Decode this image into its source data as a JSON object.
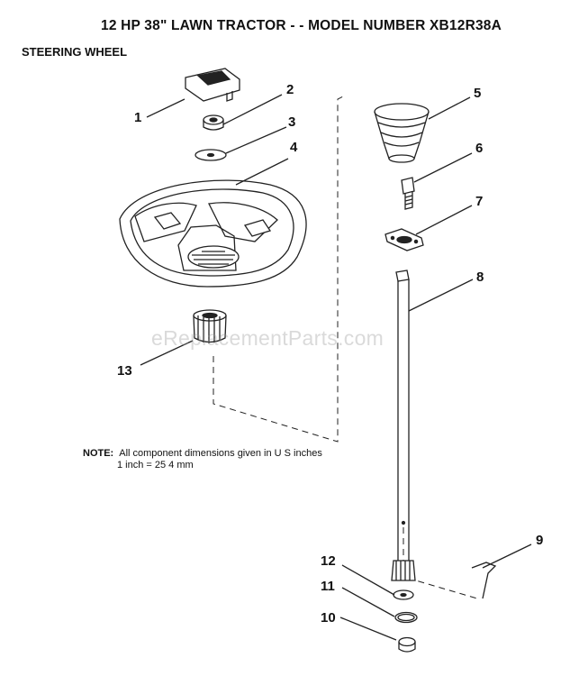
{
  "header": {
    "title": "12 HP 38\" LAWN TRACTOR - - MODEL NUMBER XB12R38A",
    "section": "STEERING WHEEL"
  },
  "note": {
    "label": "NOTE:",
    "line1": "All component dimensions given in U S inches",
    "line2": "1 inch = 25 4 mm"
  },
  "watermark": "eReplacementParts.com",
  "callouts": [
    "1",
    "2",
    "3",
    "4",
    "5",
    "6",
    "7",
    "8",
    "9",
    "10",
    "11",
    "12",
    "13"
  ]
}
